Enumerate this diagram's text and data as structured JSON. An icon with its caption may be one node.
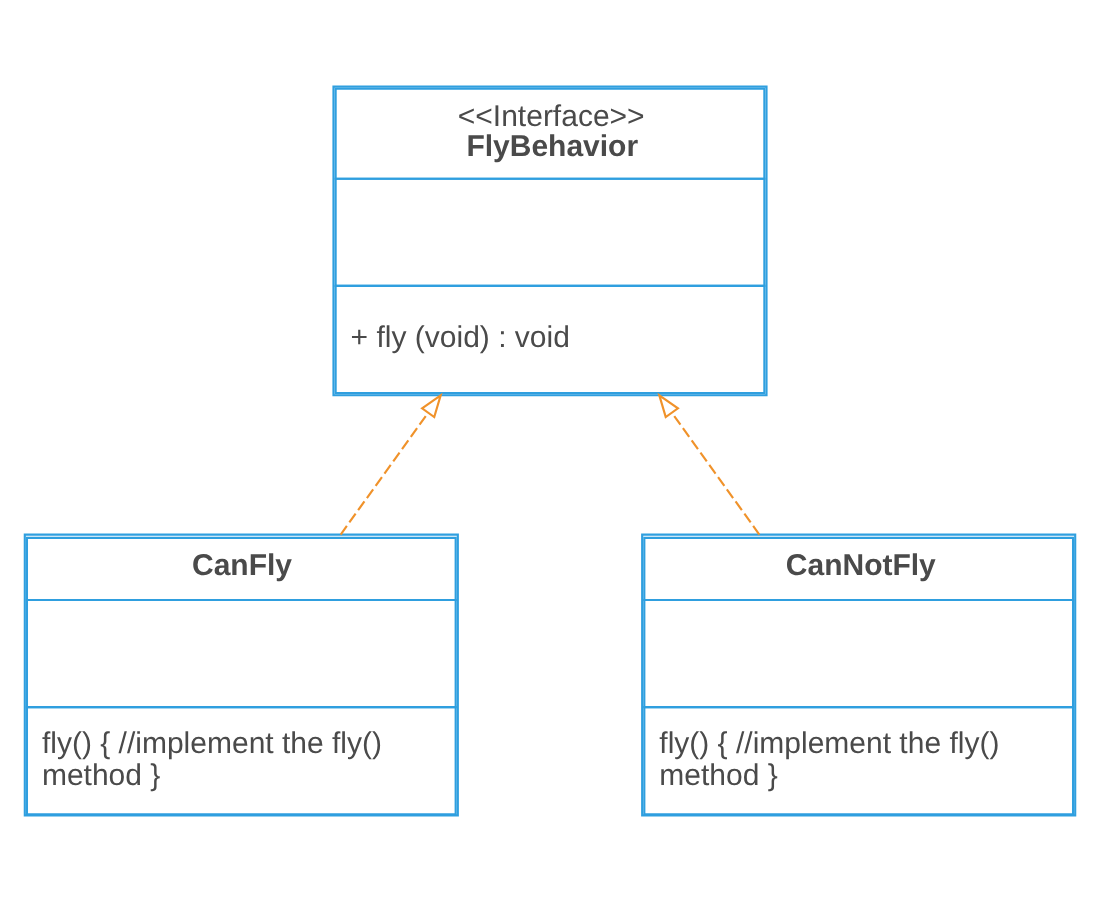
{
  "diagram": {
    "nodes": [
      {
        "text": [
          "<<Interface>>",
          "FlyBehavior",
          "+ fly (void) : void"
        ]
      },
      {
        "text": [
          "CanFly",
          "fly() { //implement the fly() method }"
        ]
      },
      {
        "text": [
          "CanNotFly",
          "fly() { //implement the fly() method }"
        ]
      }
    ],
    "edges": [
      {
        "from": 1,
        "to": 0,
        "arrow": "to",
        "style": "dashed"
      },
      {
        "from": 2,
        "to": 0,
        "arrow": "to",
        "style": "dashed"
      }
    ]
  }
}
